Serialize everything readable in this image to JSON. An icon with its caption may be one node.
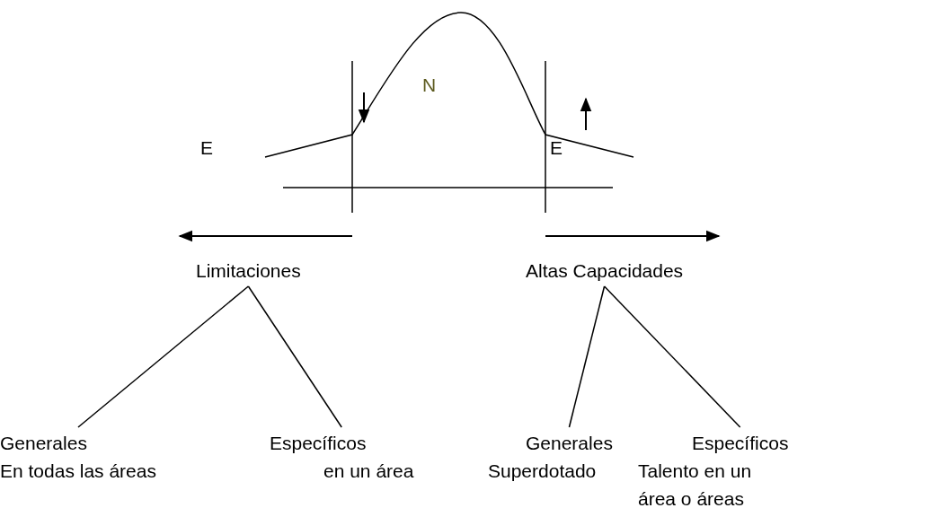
{
  "diagram": {
    "nodes": [
      {
        "text": [
          "Limitaciones"
        ]
      },
      {
        "text": [
          "Altas Capacidades"
        ]
      },
      {
        "text": [
          "Generales",
          "En todas las áreas"
        ]
      },
      {
        "text": [
          "Específicos",
          "en un área"
        ]
      },
      {
        "text": [
          "Generales",
          "Superdotado"
        ]
      },
      {
        "text": [
          "Específicos",
          "Talento en un área o áreas"
        ]
      }
    ],
    "edges": [
      {
        "from": 0,
        "to": 2,
        "arrow": "none"
      },
      {
        "from": 0,
        "to": 3,
        "arrow": "none"
      },
      {
        "from": 1,
        "to": 4,
        "arrow": "none"
      },
      {
        "from": 1,
        "to": 5,
        "arrow": "none"
      }
    ],
    "labels": [
      "N",
      "E",
      "E"
    ]
  }
}
